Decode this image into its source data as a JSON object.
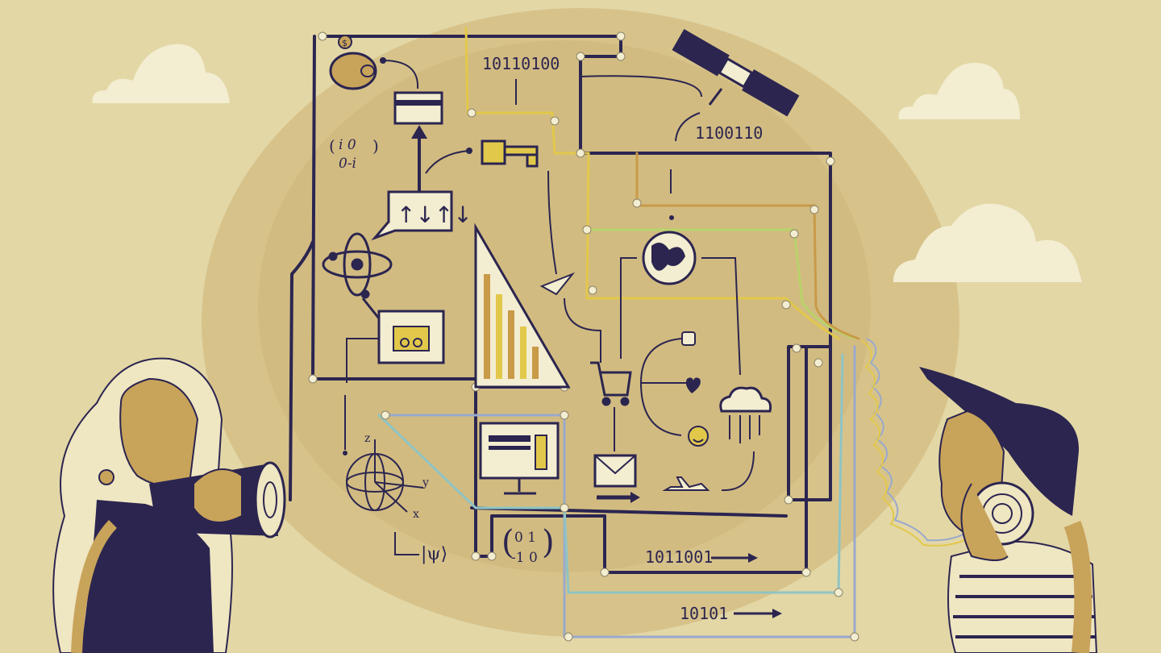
{
  "illustration": {
    "binary_labels": {
      "top": "10110100",
      "satellite": "1100110",
      "bottom_right_upper": "1011001",
      "bottom_right_lower": "10101"
    },
    "math_labels": {
      "matrix_top_row": "i 0",
      "matrix_bottom_row": "0-i",
      "matrix_bottom_top_row": "0 1",
      "matrix_bottom_bottom_row": "-1 0",
      "ket": "|ψ⟩",
      "axis_z": "z",
      "axis_y": "y",
      "axis_x": "x",
      "spin_arrows": "↑↓↑↓",
      "coin_symbol": "$"
    },
    "colors": {
      "background": "#e3d7a6",
      "blob": "#cdb57a",
      "ink": "#2b2550",
      "yellow_wire": "#e2c84a",
      "green_wire": "#b8d36a",
      "ochre_wire": "#c99a48",
      "blue_wire": "#9aa9cc",
      "teal_wire": "#8fc4c4",
      "cloud": "#f3edd1",
      "skin": "#c8a35a"
    }
  }
}
